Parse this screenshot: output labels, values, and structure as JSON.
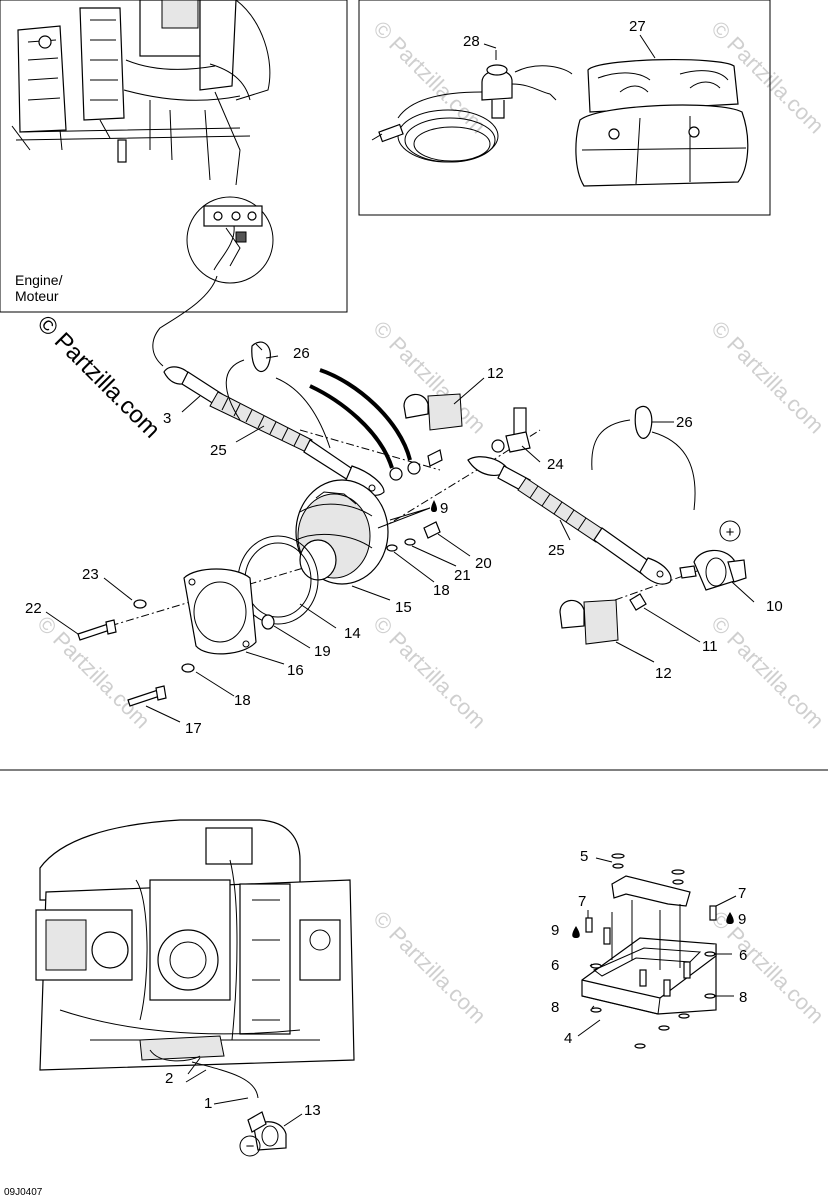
{
  "engine_inset_label": "Engine/\nMoteur",
  "watermark_main": "© Partzilla.com",
  "watermark_faint": "© Partzilla.com",
  "diagram_code": "09J0407",
  "symbols": {
    "positive": "+",
    "negative": "−"
  },
  "callouts": {
    "c1": "1",
    "c2": "2",
    "c3": "3",
    "c4": "4",
    "c5": "5",
    "c6a": "6",
    "c6b": "6",
    "c7a": "7",
    "c7b": "7",
    "c8a": "8",
    "c8b": "8",
    "c9a": "9",
    "c9b": "9",
    "c9c": "9",
    "c10": "10",
    "c11": "11",
    "c12a": "12",
    "c12b": "12",
    "c13": "13",
    "c14": "14",
    "c15": "15",
    "c16": "16",
    "c17": "17",
    "c18a": "18",
    "c18b": "18",
    "c19": "19",
    "c20": "20",
    "c21": "21",
    "c22": "22",
    "c23": "23",
    "c24": "24",
    "c25a": "25",
    "c25b": "25",
    "c26a": "26",
    "c26b": "26",
    "c27": "27",
    "c28": "28"
  }
}
